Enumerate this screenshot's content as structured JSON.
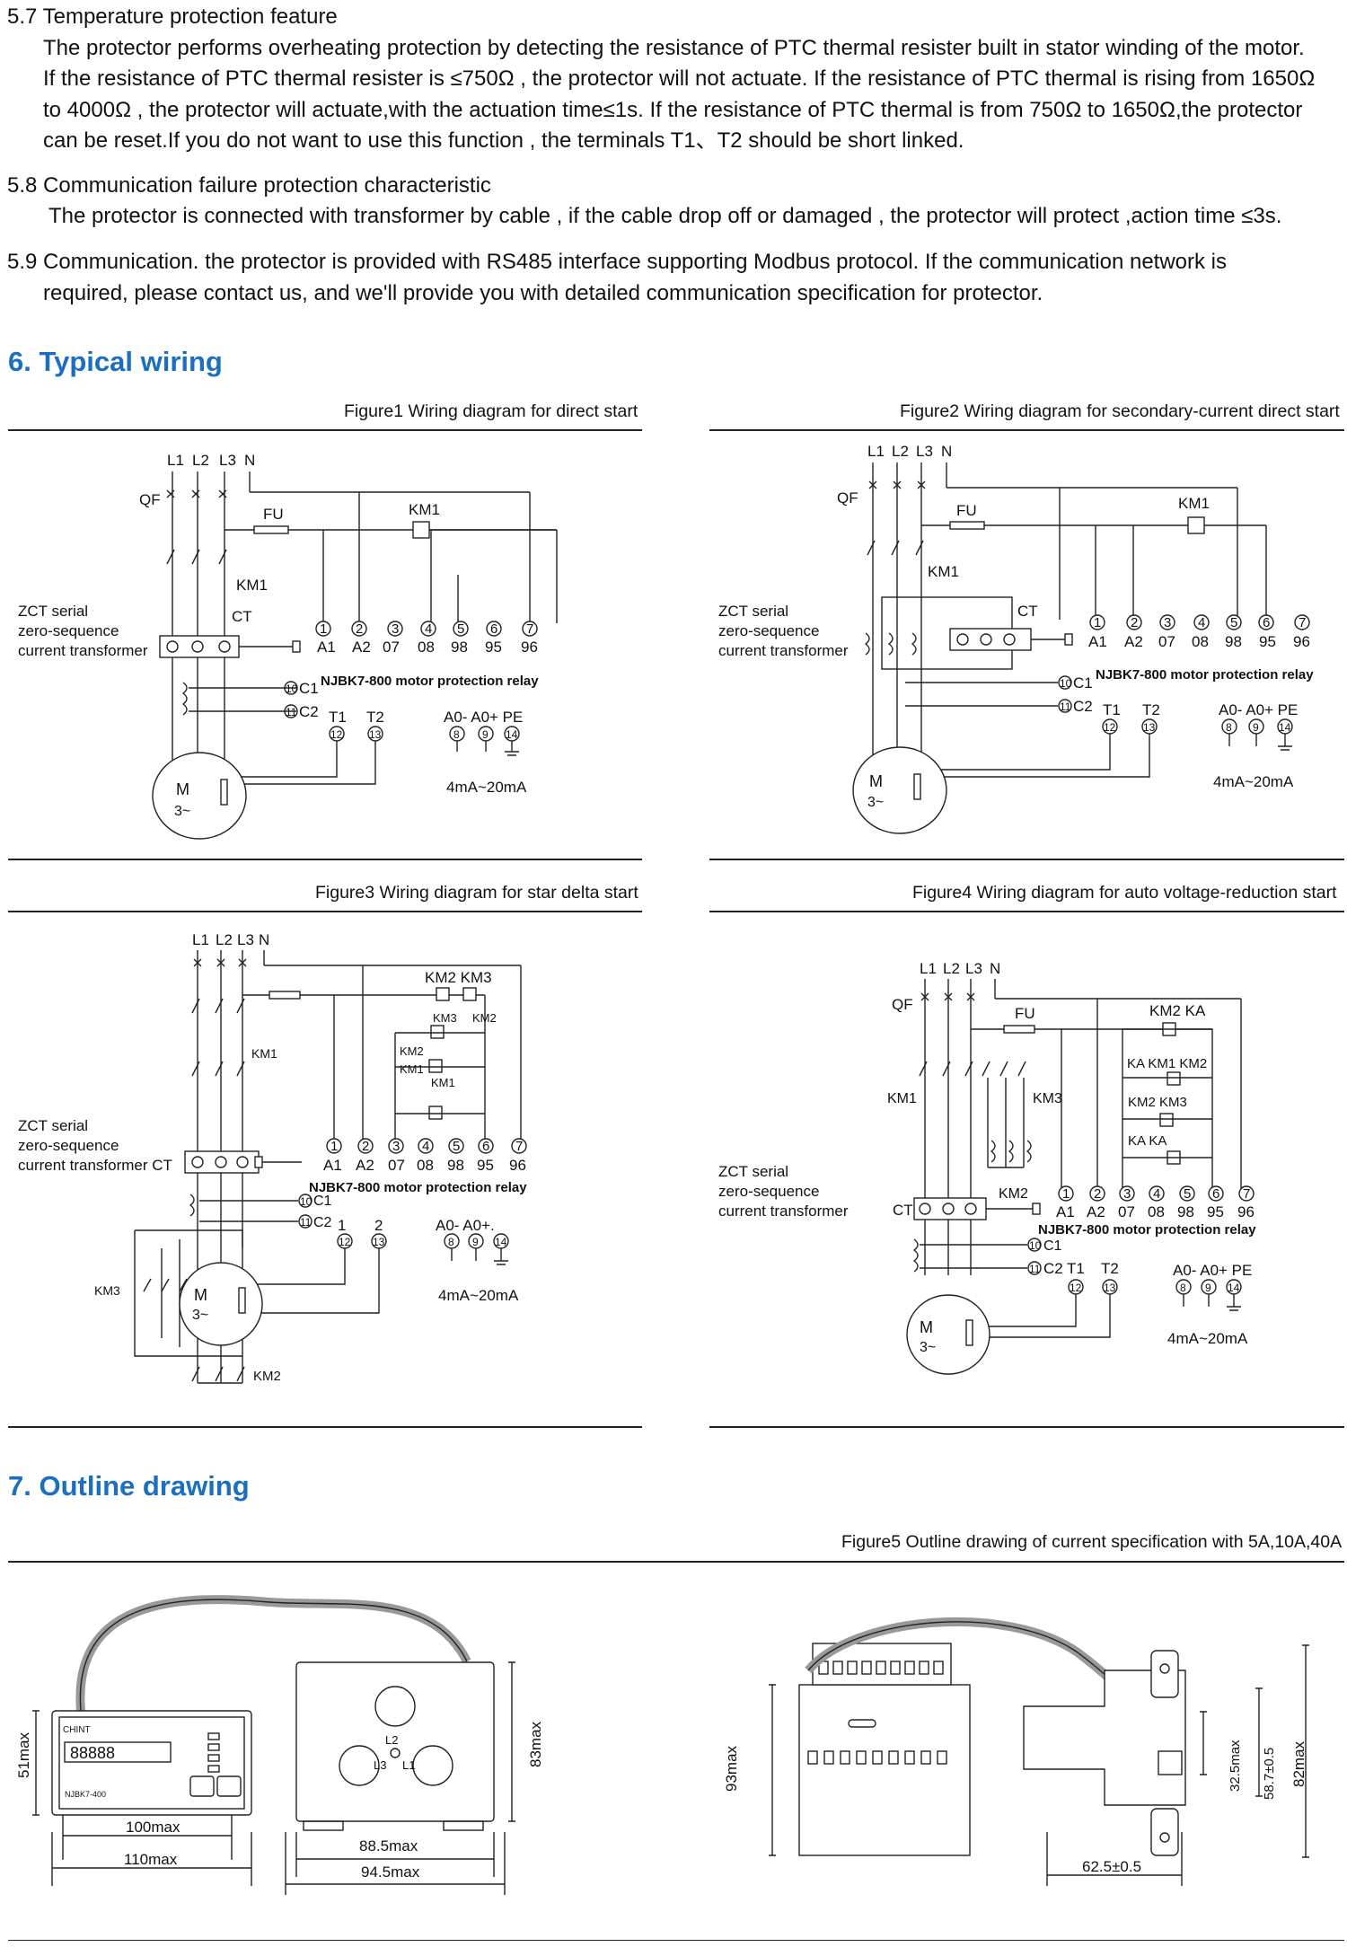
{
  "sections": {
    "s57_title": "5.7 Temperature protection feature",
    "s57_lines": [
      "The protector performs overheating protection by detecting the resistance of PTC thermal resister built in stator winding of the motor.",
      "If the resistance of PTC thermal resister is ≤750Ω , the protector will not actuate. If the resistance of PTC thermal is rising from 1650Ω",
      "to 4000Ω , the protector will actuate,with the actuation time≤1s. If the  resistance of PTC thermal is from 750Ω to 1650Ω,the protector",
      " can be reset.If you do not want to use this function  , the terminals T1、T2 should be short linked."
    ],
    "s58_title": "5.8 Communication failure protection characteristic",
    "s58_lines": [
      "The protector is connected with transformer by cable  , if the cable drop off or damaged , the protector will protect ,action time ≤3s."
    ],
    "s59_lines": [
      "5.9 Communication. the protector is provided with RS485 interface supporting Modbus protocol. If the communication network is",
      "required, please contact us, and we'll provide you with detailed communication specification for protector."
    ],
    "h6": "6. Typical wiring",
    "h7": "7. Outline drawing"
  },
  "figures": {
    "fig1": "Figure1 Wiring diagram for direct start",
    "fig2": "Figure2 Wiring diagram for secondary-current direct start",
    "fig3": "Figure3 Wiring diagram for star delta start",
    "fig4": "Figure4 Wiring diagram for auto voltage-reduction start",
    "fig5": "Figure5 Outline drawing of current specification with 5A,10A,40A"
  },
  "diagram": {
    "phases": [
      "L1",
      "L2",
      "L3",
      "N"
    ],
    "qf": "QF",
    "fu": "FU",
    "km1": "KM1",
    "km2": "KM2",
    "km3": "KM3",
    "ka": "KA",
    "ct": "CT",
    "zct": [
      "ZCT serial",
      "zero-sequence",
      "current transformer"
    ],
    "zct3_last": "current transformer CT",
    "terminals_top_nums": [
      "1",
      "2",
      "3",
      "4",
      "5",
      "6",
      "7"
    ],
    "terminals_top_labels": [
      "A1",
      "A2",
      "07",
      "08",
      "98",
      "95",
      "96"
    ],
    "relay_name": "NJBK7-800 motor protection relay",
    "c1": "C1",
    "c2": "C2",
    "n10": "10",
    "n11": "11",
    "t1": "T1",
    "t2": "T2",
    "t1_alt": "1",
    "t2_alt": "2",
    "n12": "12",
    "n13": "13",
    "n8": "8",
    "n9": "9",
    "n14": "14",
    "analog": "A0-  A0+  PE",
    "analog_fig2": "A0-  A0+  PE",
    "analog_fig3": "A0-  A0+.",
    "analog_fig4": "A0-  A0+  PE",
    "ma": "4mA~20mA",
    "motor_m": "M",
    "motor_3": "3~",
    "km2km3": "KM2 KM3",
    "km2ka": "KM2   KA",
    "kakm1km2": "KA KM1 KM2",
    "km2km3b": "KM2  KM3",
    "kaka": "KA     KA"
  },
  "outline": {
    "dims_left": [
      "51max",
      "100max",
      "110max"
    ],
    "dims_mid": [
      "83max",
      "88.5max",
      "94.5max"
    ],
    "ct_labels": [
      "L2",
      "L3",
      "L1"
    ],
    "dims_right": [
      "93max",
      "32.5max",
      "58.7±0.5",
      "82max",
      "62.5±0.5"
    ],
    "device_label": "NJBK7-400",
    "brand": "CHINT"
  }
}
